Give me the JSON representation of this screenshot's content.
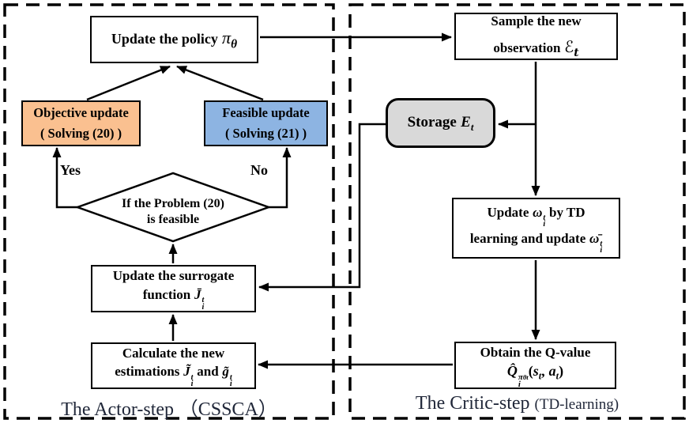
{
  "diagram": {
    "actor_region": {
      "title": "The Actor-step",
      "title_paren": "（CSSCA）"
    },
    "critic_region": {
      "title": "The Critic-step",
      "title_paren": "(TD-learning)"
    },
    "policy_box": {
      "text": "Update the policy",
      "pi": "π",
      "pi_sub": "θ"
    },
    "objective_box": {
      "line1": "Objective update",
      "line2": "( Solving (20) )"
    },
    "feasible_box": {
      "line1": "Feasible update",
      "line2": "( Solving (21) )"
    },
    "decision_diamond": {
      "line1": "If the Problem (20)",
      "line2": "is feasible"
    },
    "yes_label": "Yes",
    "no_label": "No",
    "surrogate_box": {
      "line1": "Update the surrogate",
      "line2": "function",
      "sym": "J̄",
      "sym_sup": "t",
      "sym_sub": "i"
    },
    "estimations_box": {
      "line1": "Calculate the new",
      "line2": "estimations",
      "sym1": "J̃",
      "sym1_sup": "t",
      "sym1_sub": "i",
      "conj": "and",
      "sym2": "g̃",
      "sym2_sup": "t",
      "sym2_sub": "i"
    },
    "sample_box": {
      "line1": "Sample the new",
      "line2": "observation",
      "sym": "ℰ",
      "sym_sub": "t"
    },
    "storage_box": {
      "text": "Storage",
      "sym": "E",
      "sym_sub": "t"
    },
    "td_box": {
      "line1a": "Update",
      "omega": "ω",
      "omega_sup": "t",
      "omega_sub": "i",
      "line1b": "by TD",
      "line2a": "learning and update",
      "omega_bar": "ω̄",
      "omega_bar_sup": "t",
      "omega_bar_sub": "i"
    },
    "qvalue_box": {
      "line1": "Obtain the Q-value",
      "q": "Q̂",
      "q_sup_pi": "π",
      "q_sup_theta": "θt",
      "q_sub": "i",
      "open": "(",
      "s": "s",
      "s_sub": "t",
      "comma": ",",
      "a": "a",
      "a_sub": "t",
      "close": ")"
    }
  },
  "colors": {
    "objective_fill": "#FAC090",
    "feasible_fill": "#8DB4E2",
    "storage_fill": "#D9D9D9",
    "line": "#000000",
    "label_text": "#1F2638"
  }
}
